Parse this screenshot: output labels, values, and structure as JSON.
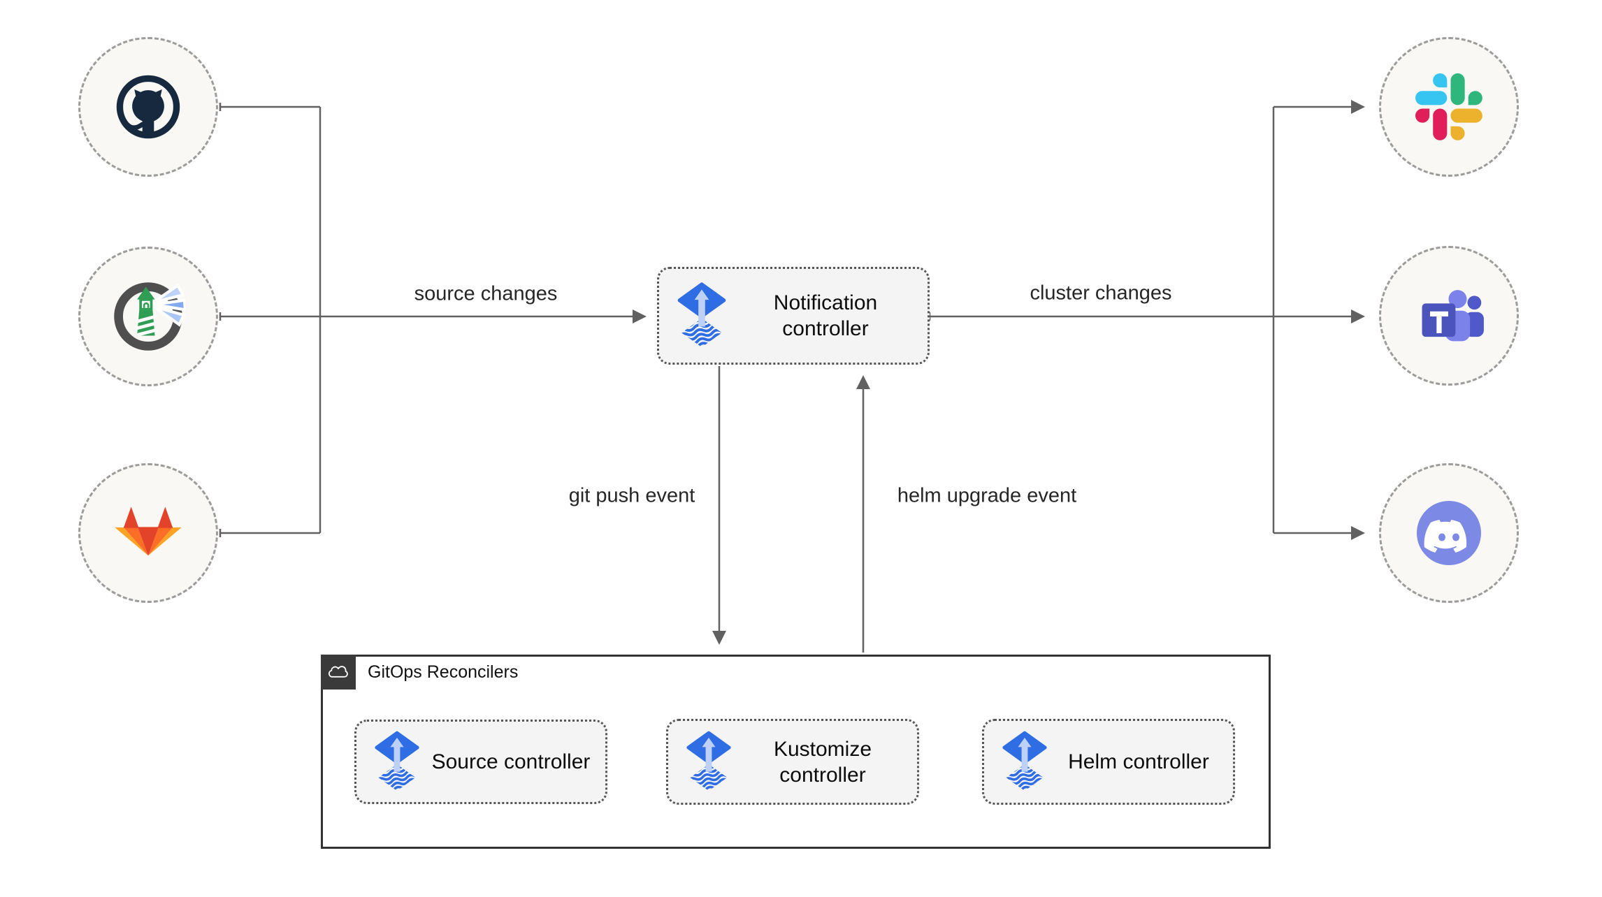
{
  "diagram": {
    "nodes": {
      "sources": [
        {
          "name": "github",
          "icon": "github-icon"
        },
        {
          "name": "harbor",
          "icon": "harbor-icon"
        },
        {
          "name": "gitlab",
          "icon": "gitlab-icon"
        }
      ],
      "notification": {
        "label": "Notification controller",
        "icon": "flux-icon"
      },
      "targets": [
        {
          "name": "slack",
          "icon": "slack-icon"
        },
        {
          "name": "microsoft-teams",
          "icon": "teams-icon"
        },
        {
          "name": "discord",
          "icon": "discord-icon"
        }
      ]
    },
    "edges": {
      "source_changes": "source changes",
      "cluster_changes": "cluster changes",
      "git_push_event": "git push event",
      "helm_upgrade_event": "helm upgrade event"
    },
    "reconcilers": {
      "title": "GitOps Reconcilers",
      "icon": "cloud-icon",
      "controllers": [
        {
          "label": "Source controller",
          "icon": "flux-icon"
        },
        {
          "label": "Kustomize controller",
          "icon": "flux-icon"
        },
        {
          "label": "Helm controller",
          "icon": "flux-icon"
        }
      ]
    },
    "colors": {
      "flux_blue": "#2f6de4",
      "flux_arrow_light": "#bdd0f6",
      "line_gray": "#616161",
      "node_fill": "#f9f8f5",
      "node_border": "#9c9c9c",
      "box_fill": "#f4f4f4",
      "box_border": "#565656",
      "container_border": "#333333",
      "container_tab": "#3a3a3a",
      "github_dark": "#16293e",
      "harbor_gray": "#4f4f4f",
      "harbor_green": "#2f9e54",
      "gitlab_red": "#e24329",
      "gitlab_orange": "#fc6d26",
      "gitlab_yellow": "#fca326",
      "slack_blue": "#36c5f0",
      "slack_green": "#2eb67d",
      "slack_red": "#e01e5a",
      "slack_yellow": "#ecb22e",
      "teams_indigo": "#4b53bc",
      "teams_light": "#7b83eb",
      "discord_blurple": "#7c89e5"
    }
  }
}
